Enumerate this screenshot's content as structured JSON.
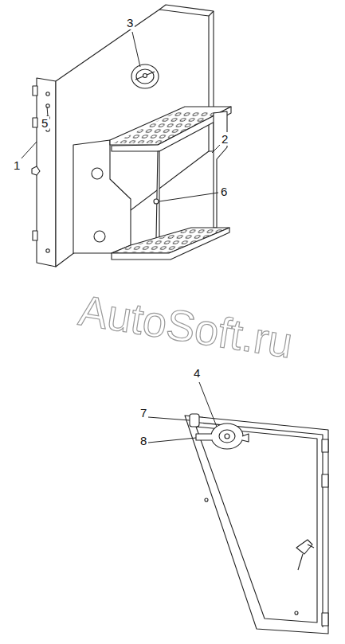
{
  "diagram": {
    "labels": [
      "3",
      "5",
      "1",
      "2",
      "6",
      "4",
      "7",
      "8",
      "AutoSoft.ru"
    ]
  }
}
